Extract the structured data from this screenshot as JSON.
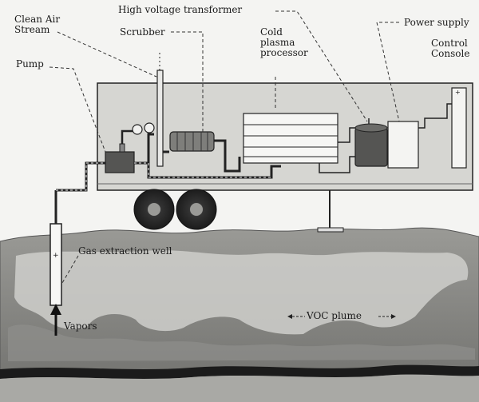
{
  "labels": {
    "clean_air": [
      "Clean Air",
      "Stream"
    ],
    "hv_transformer": "High voltage transformer",
    "scrubber": "Scrubber",
    "cold_plasma": [
      "Cold",
      "plasma",
      "processor"
    ],
    "power_supply": "Power supply",
    "control_console": [
      "Control",
      "Console"
    ],
    "pump": "Pump",
    "gas_extraction_well": "Gas extraction well",
    "vapors": "Vapors",
    "voc_plume": "VOC plume"
  },
  "colors": {
    "ground_light": "#c9c9c6",
    "ground_dark": "#7f7f7c",
    "trailer": "#d6d6d2",
    "equipment_dark": "#555553",
    "outline": "#222222"
  }
}
